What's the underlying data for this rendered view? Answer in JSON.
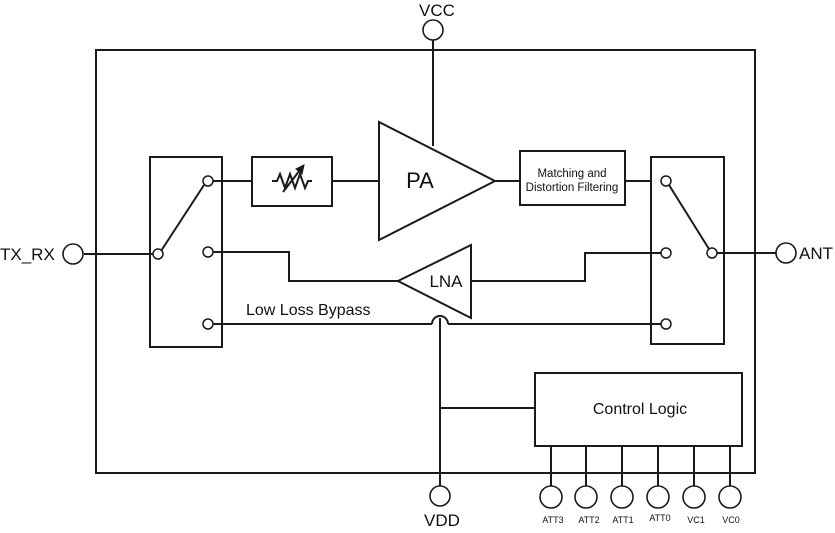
{
  "pins": {
    "vcc": "VCC",
    "tx_rx": "TX_RX",
    "ant": "ANT",
    "vdd": "VDD"
  },
  "blocks": {
    "pa": "PA",
    "lna": "LNA",
    "matching_line1": "Matching and",
    "matching_line2": "Distortion Filtering",
    "control_logic": "Control Logic"
  },
  "paths": {
    "bypass": "Low Loss Bypass"
  },
  "control_pins": [
    "ATT3",
    "ATT2",
    "ATT1",
    "ATT0",
    "VC1",
    "VC0"
  ],
  "colors": {
    "line": "#1a1a1a",
    "background": "#ffffff"
  },
  "icons": {
    "attenuator": "variable-attenuator-icon"
  }
}
